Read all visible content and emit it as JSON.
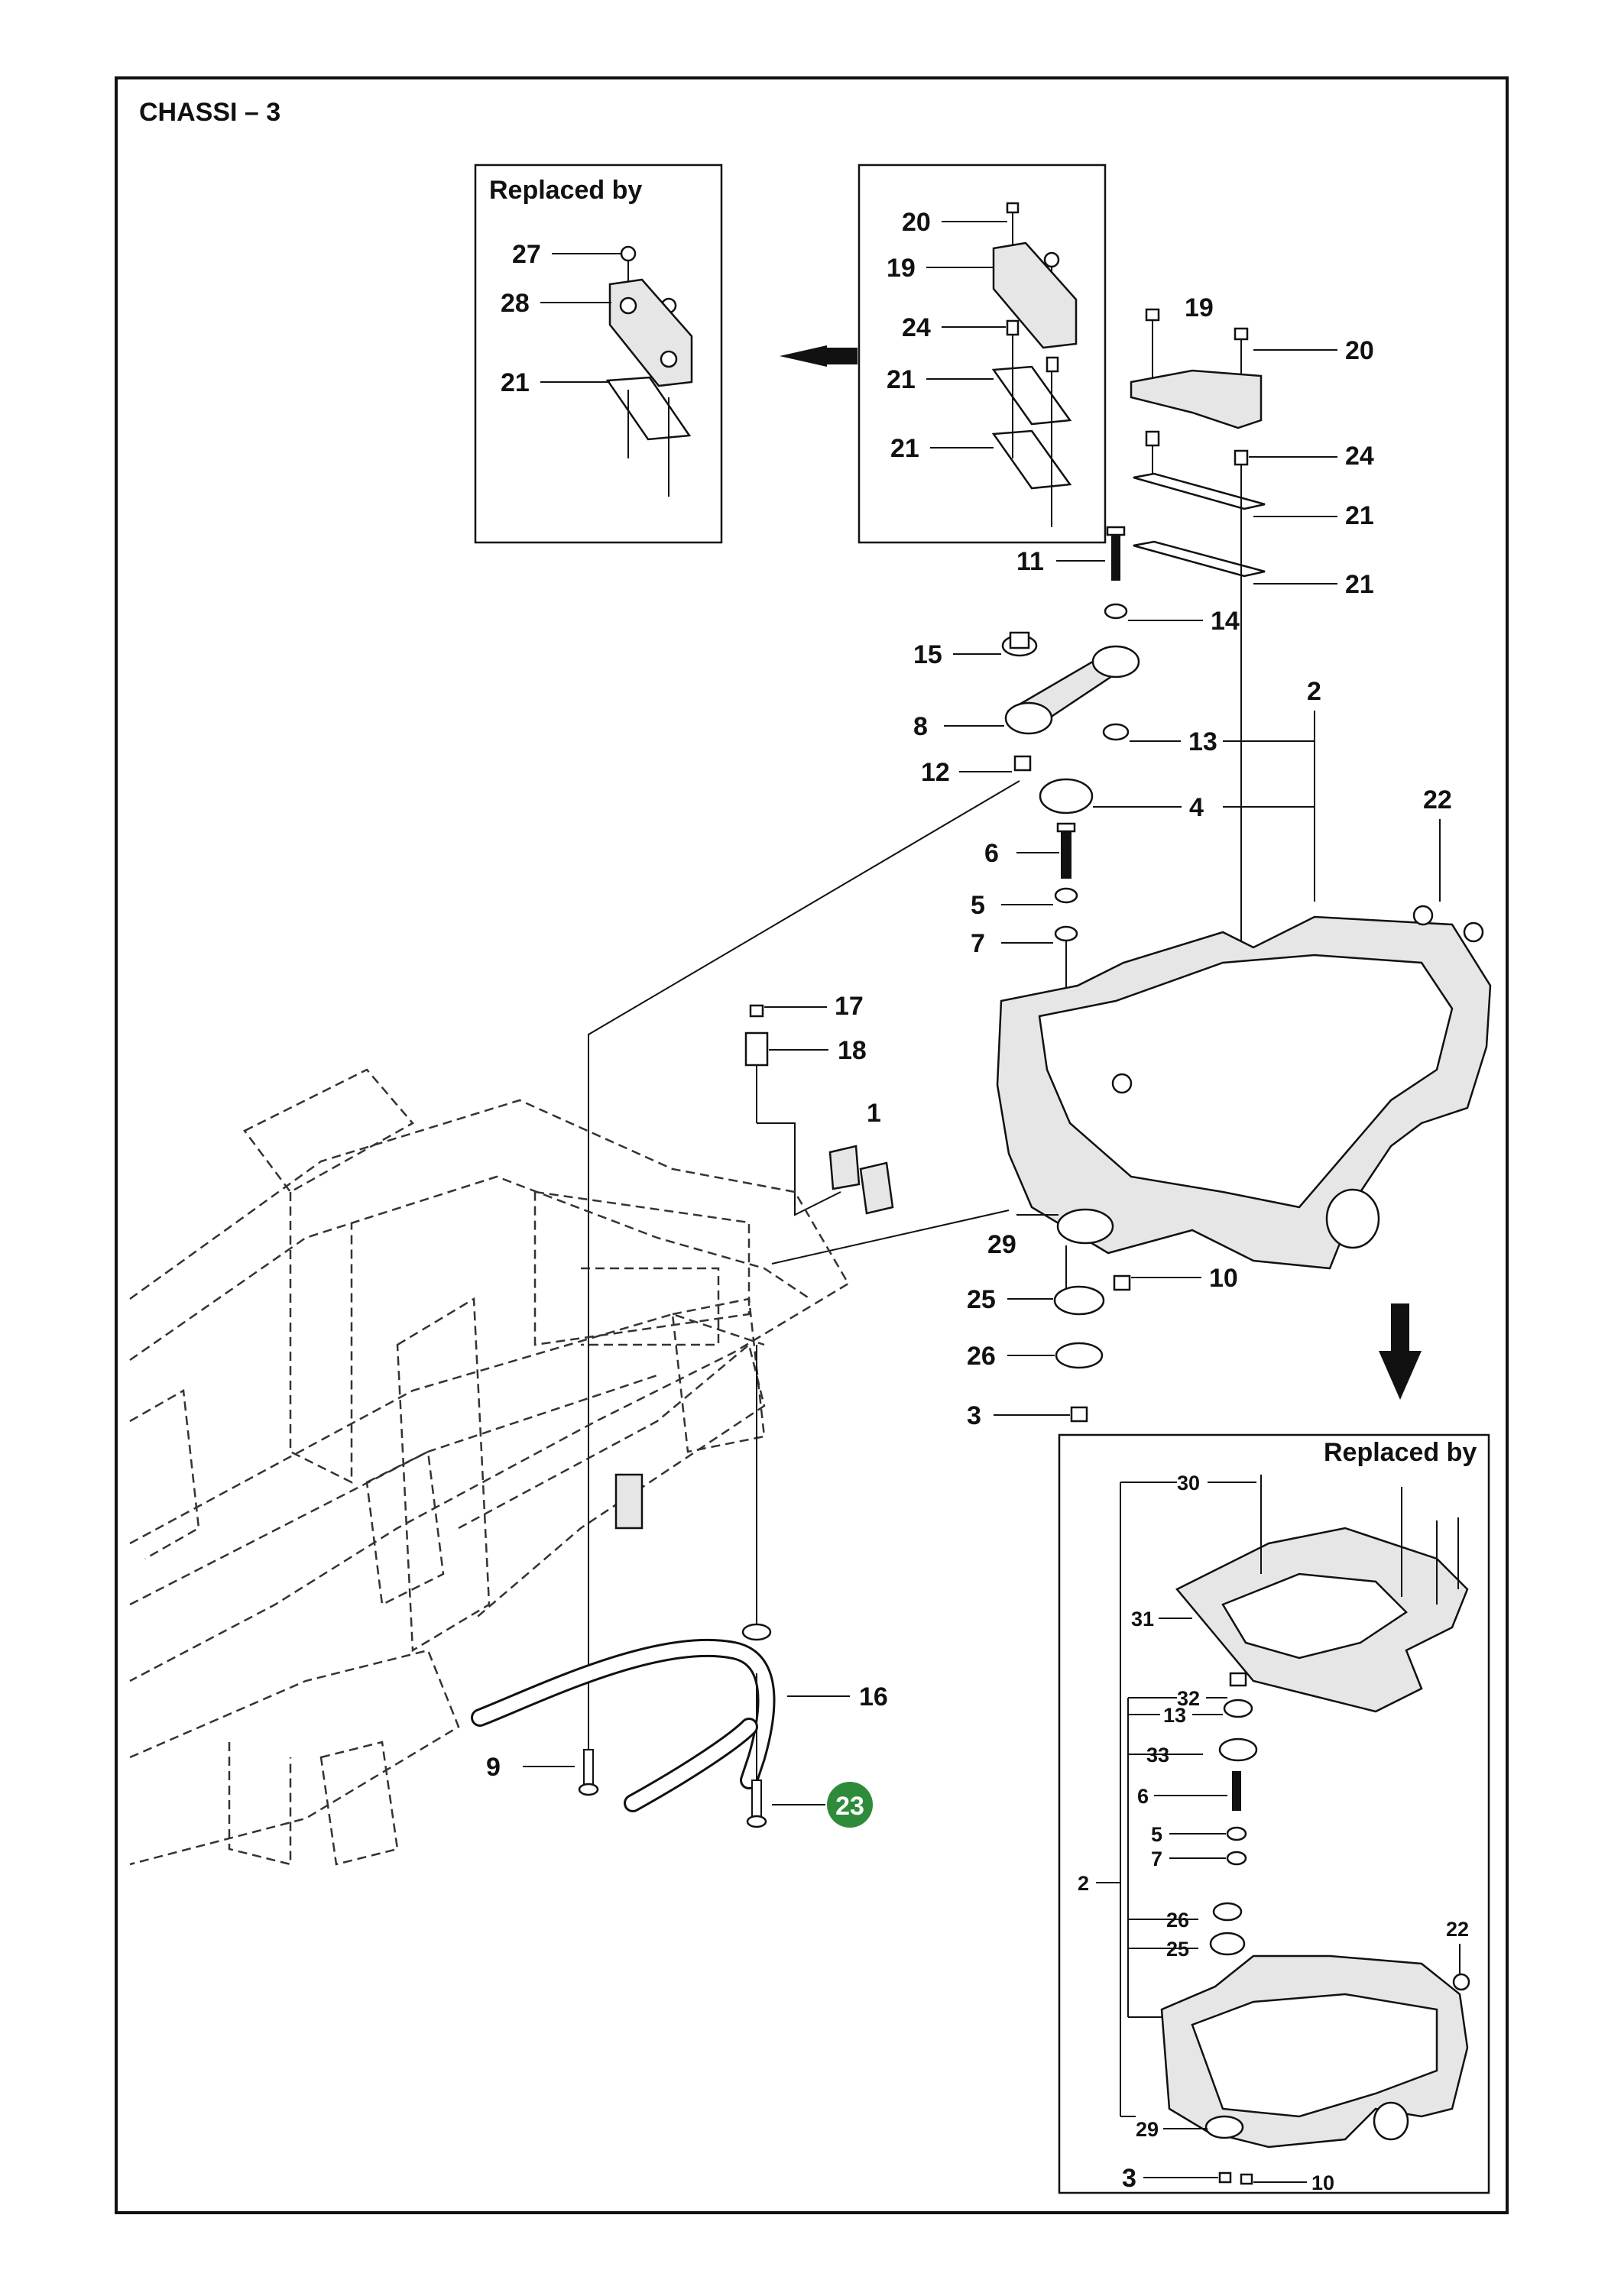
{
  "title": "CHASSI – 3",
  "insets": {
    "top_left_heading": "Replaced by",
    "bottom_right_heading": "Replaced by"
  },
  "highlight_color": "#2e8b3a",
  "labels": {
    "top_left_inset": [
      "27",
      "28",
      "21"
    ],
    "top_middle_inset": [
      "20",
      "19",
      "24",
      "21",
      "21"
    ],
    "main": [
      "19",
      "20",
      "24",
      "21",
      "21",
      "11",
      "14",
      "15",
      "8",
      "13",
      "2",
      "12",
      "4",
      "22",
      "6",
      "5",
      "7",
      "17",
      "18",
      "1",
      "29",
      "10",
      "25",
      "26",
      "3",
      "16",
      "9"
    ],
    "highlighted": "23",
    "bottom_right_inset": [
      "30",
      "31",
      "32",
      "13",
      "33",
      "6",
      "5",
      "7",
      "2",
      "26",
      "25",
      "22",
      "29",
      "3",
      "10"
    ]
  },
  "icons": {
    "arrow_left": "left-arrow-icon",
    "arrow_down": "down-arrow-icon"
  }
}
